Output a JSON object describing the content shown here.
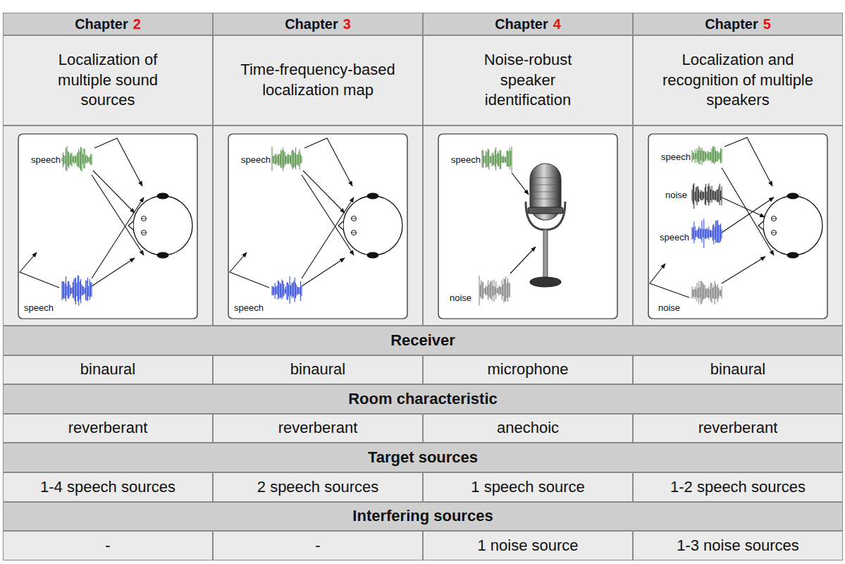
{
  "diagram": {
    "labels": [
      "Chapter",
      "2",
      "Chapter",
      "3",
      "Chapter",
      "4",
      "Chapter",
      "5",
      "Localization of multiple sound sources",
      "Time-frequency-based localization map",
      "Noise-robust speaker identification",
      "Localization and recognition of multiple speakers",
      "speech",
      "speech",
      "speech",
      "speech",
      "speech",
      "noise",
      "speech",
      "noise",
      "speech",
      "noise",
      "Receiver",
      "binaural",
      "binaural",
      "microphone",
      "binaural",
      "Room characteristic",
      "reverberant",
      "reverberant",
      "anechoic",
      "reverberant",
      "Target sources",
      "1-4 speech sources",
      "2 speech sources",
      "1 speech source",
      "1-2 speech sources",
      "Interfering sources",
      "-",
      "-",
      "1 noise source",
      "1-3 noise sources"
    ]
  }
}
